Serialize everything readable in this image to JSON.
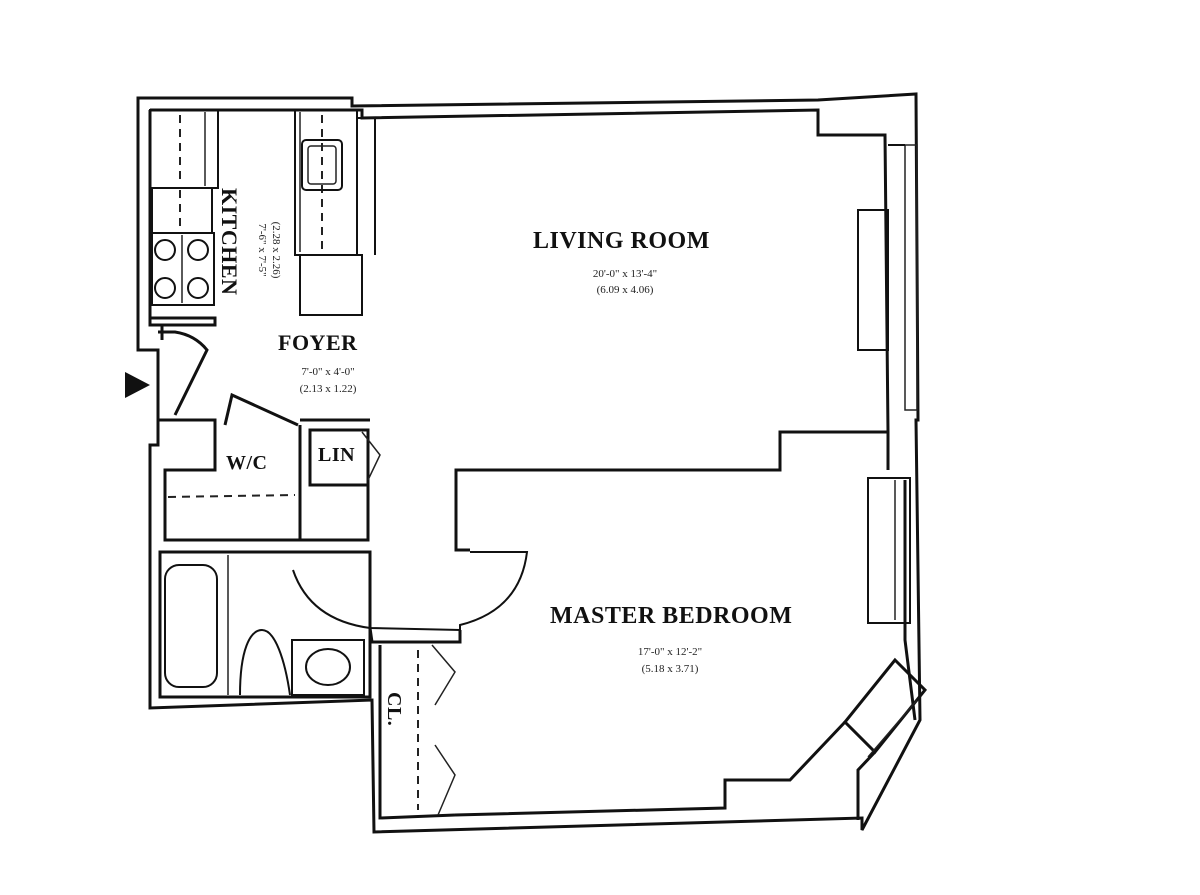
{
  "floor_plan": {
    "entry_marker": "entry-arrow",
    "rooms": {
      "kitchen": {
        "label": "KITCHEN",
        "dims_imperial": "7'-6\" x 7'-5\"",
        "dims_metric": "(2.28 x 2.26)"
      },
      "foyer": {
        "label": "FOYER",
        "dims_imperial": "7'-0\" x 4'-0\"",
        "dims_metric": "(2.13 x 1.22)"
      },
      "living_room": {
        "label": "LIVING ROOM",
        "dims_imperial": "20'-0\" x 13'-4\"",
        "dims_metric": "(6.09 x 4.06)"
      },
      "master_bedroom": {
        "label": "MASTER BEDROOM",
        "dims_imperial": "17'-0\" x 12'-2\"",
        "dims_metric": "(5.18 x 3.71)"
      },
      "wc": {
        "label": "W/C"
      },
      "linen": {
        "label": "LIN"
      },
      "closet": {
        "label": "CL."
      }
    },
    "colors": {
      "line": "#111111",
      "background": "#ffffff"
    }
  }
}
